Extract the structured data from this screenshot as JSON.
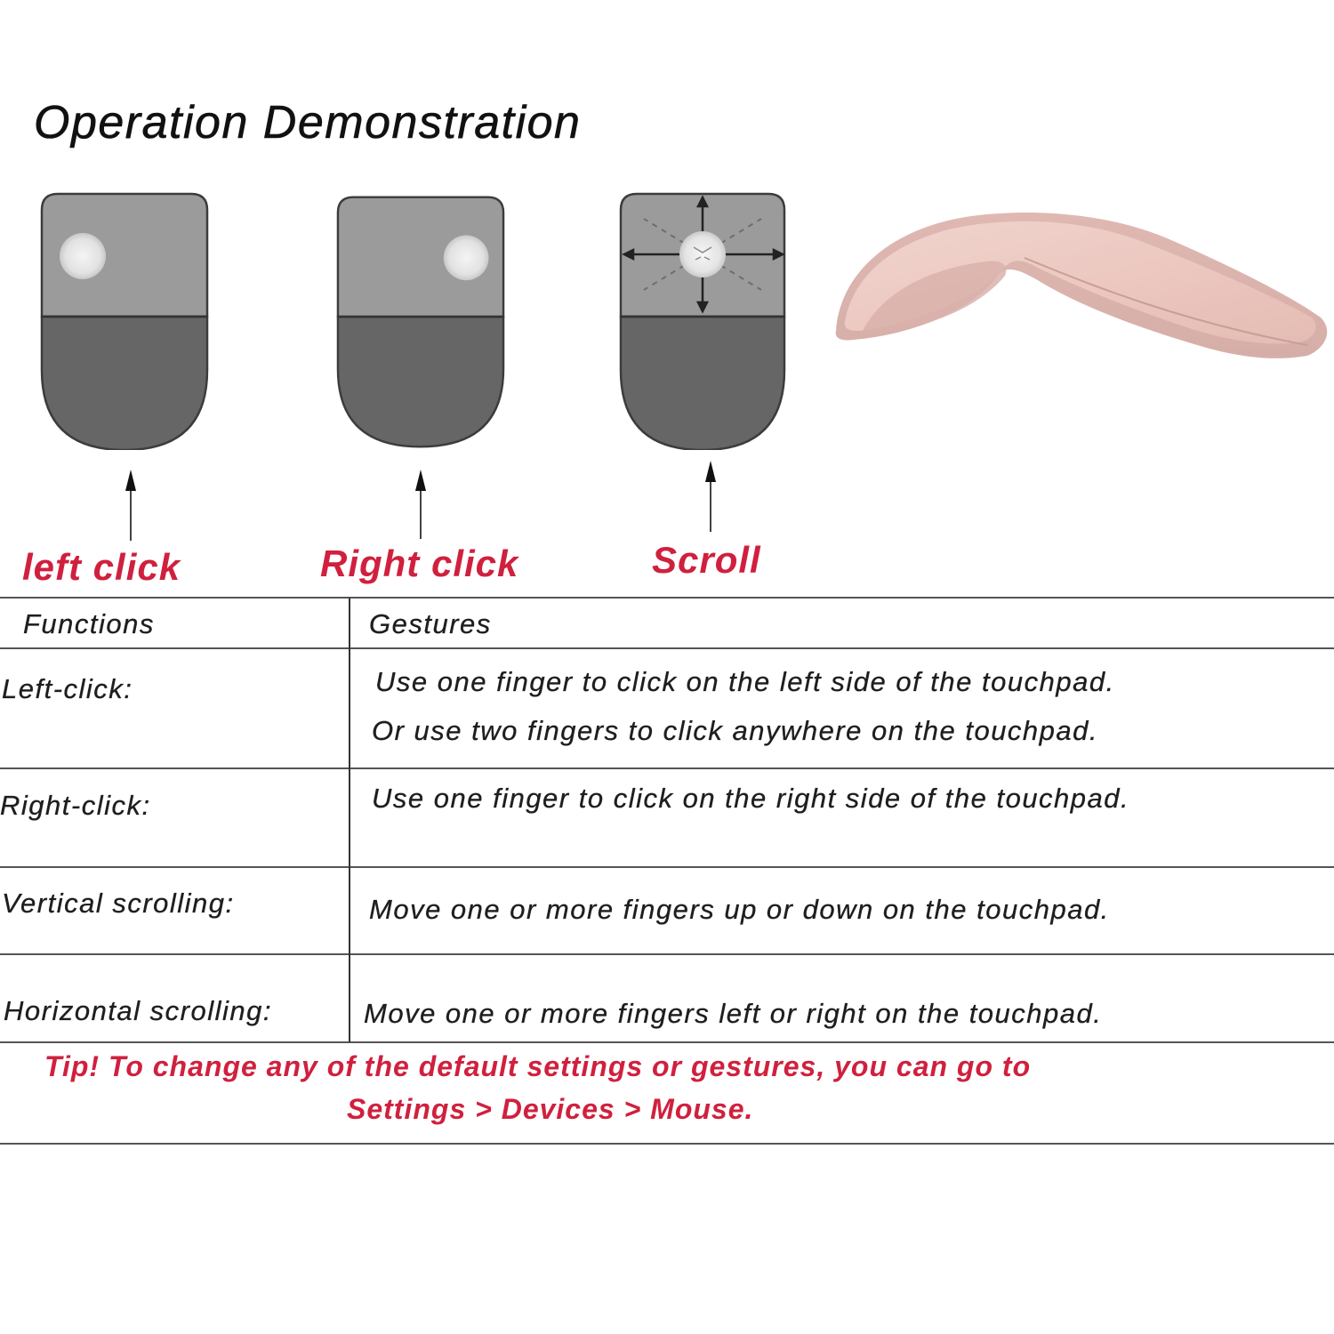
{
  "title": "Operation Demonstration",
  "illustrations": [
    {
      "id": "left",
      "label": "left click",
      "touch_point": "upper-left"
    },
    {
      "id": "right",
      "label": "Right click",
      "touch_point": "upper-right"
    },
    {
      "id": "scroll",
      "label": "Scroll",
      "touch_point": "center-with-4-direction-arrows"
    }
  ],
  "product_image": "pink-arc-mouse",
  "colors": {
    "accent_red": "#d0203e",
    "pad_top": "#9b9b9b",
    "pad_bottom": "#666666",
    "mouse_pink": "#e8c4bd"
  },
  "table": {
    "headers": [
      "Functions",
      "Gestures"
    ],
    "rows": [
      {
        "function": "Left-click:",
        "gesture_lines": [
          "Use one finger to click on the left side of the touchpad.",
          "Or use two fingers to click anywhere on the touchpad."
        ]
      },
      {
        "function": "Right-click:",
        "gesture_lines": [
          "Use one finger to click on the right side of the touchpad."
        ]
      },
      {
        "function": "Vertical scrolling:",
        "gesture_lines": [
          "Move one or more fingers up or down on the touchpad."
        ]
      },
      {
        "function": "Horizontal scrolling:",
        "gesture_lines": [
          "Move one or more fingers left or right on the touchpad."
        ]
      }
    ]
  },
  "tip": {
    "line1": "Tip! To change any of the default settings or gestures, you can go to",
    "line2": "Settings > Devices > Mouse."
  }
}
